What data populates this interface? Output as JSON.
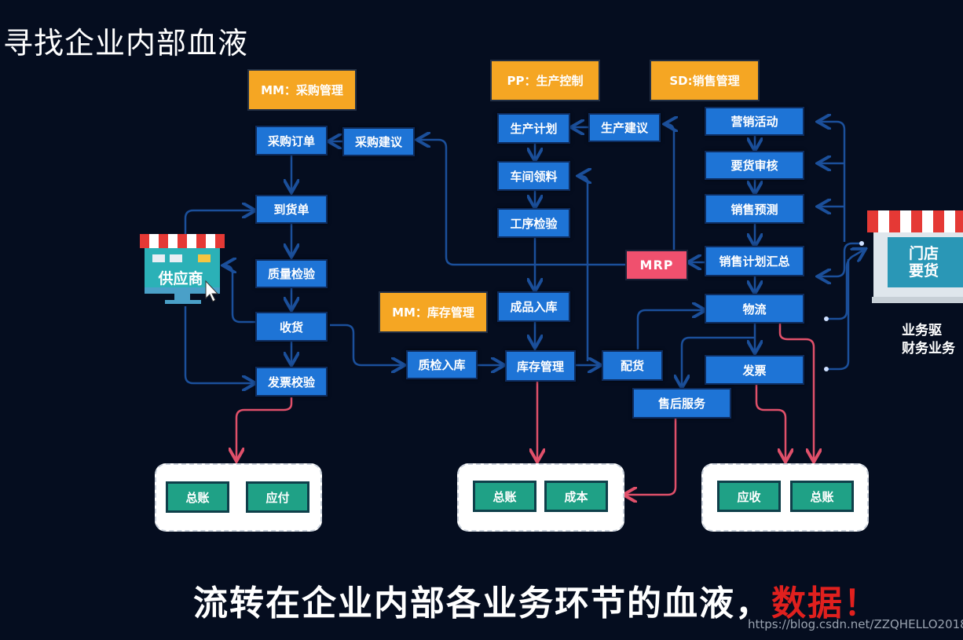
{
  "title": "寻找企业内部血液",
  "modules": {
    "mm_purchase": "MM：采购管理",
    "pp": "PP：生产控制",
    "sd": "SD:销售管理",
    "mm_inventory": "MM：库存管理"
  },
  "nodes": {
    "purchase_order": "采购订单",
    "purchase_suggest": "采购建议",
    "arrival": "到货单",
    "quality_check": "质量检验",
    "receive": "收货",
    "invoice_verify": "发票校验",
    "qc_in": "质检入库",
    "inventory": "库存管理",
    "production_plan": "生产计划",
    "production_suggest": "生产建议",
    "workshop_material": "车间领料",
    "process_check": "工序检验",
    "finished_in": "成品入库",
    "mrp": "MRP",
    "marketing": "营销活动",
    "demand_review": "要货审核",
    "sales_forecast": "销售预测",
    "sales_plan": "销售计划汇总",
    "logistics": "物流",
    "delivery": "配货",
    "invoice": "发票",
    "after_sales": "售后服务"
  },
  "actors": {
    "supplier": "供应商",
    "store_line1": "门店",
    "store_line2": "要货"
  },
  "finance": {
    "left": [
      "总账",
      "应付"
    ],
    "middle": [
      "总账",
      "成本"
    ],
    "right": [
      "应收",
      "总账"
    ]
  },
  "side_text": [
    "业务驱",
    "财务业务"
  ],
  "slogan": {
    "main": "流转在企业内部各业务环节的血液，",
    "highlight": "数据！"
  },
  "watermark": "https://blog.csdn.net/ZZQHELLO2018",
  "colors": {
    "node": "#1e74d6",
    "module": "#f5a623",
    "mrp": "#f0506e",
    "finance": "#1fa186",
    "arrow_blue": "#1b4f9a",
    "arrow_red": "#e0506a"
  }
}
